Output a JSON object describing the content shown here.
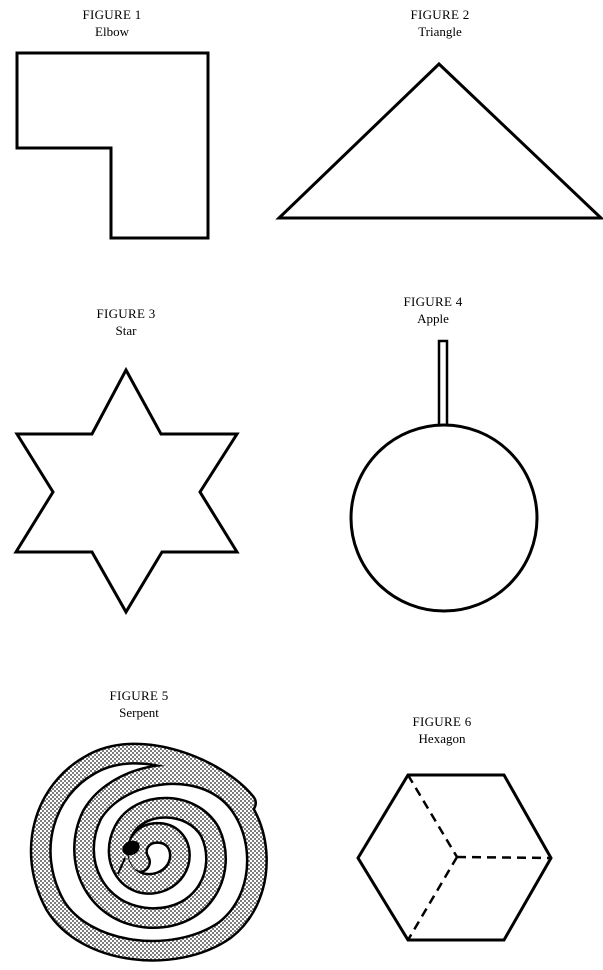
{
  "figures": [
    {
      "number": "FIGURE 1",
      "name": "Elbow"
    },
    {
      "number": "FIGURE 2",
      "name": "Triangle"
    },
    {
      "number": "FIGURE 3",
      "name": "Star"
    },
    {
      "number": "FIGURE 4",
      "name": "Apple"
    },
    {
      "number": "FIGURE 5",
      "name": "Serpent"
    },
    {
      "number": "FIGURE 6",
      "name": "Hexagon"
    }
  ]
}
